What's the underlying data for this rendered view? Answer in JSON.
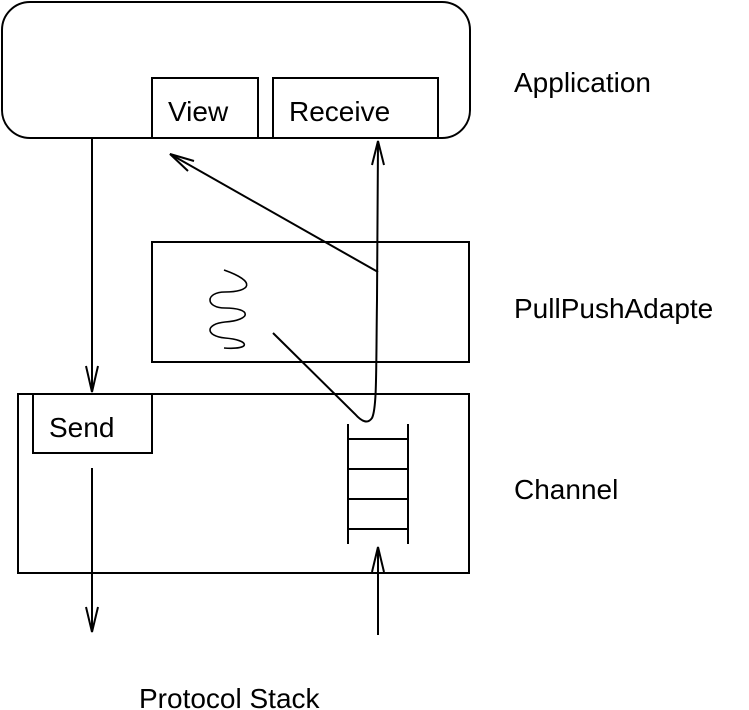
{
  "diagram": {
    "layers": {
      "application": "Application",
      "adapter": "PullPushAdapte",
      "channel": "Channel",
      "protocol_stack": "Protocol Stack"
    },
    "components": {
      "view": "View",
      "receive": "Receive",
      "send": "Send"
    },
    "queue_slots": 4,
    "colors": {
      "stroke": "#000000",
      "background": "#ffffff"
    }
  }
}
